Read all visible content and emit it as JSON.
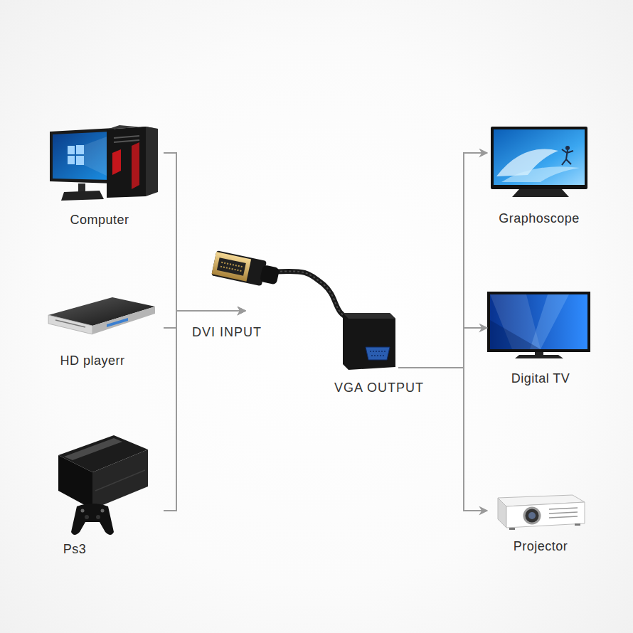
{
  "diagram": {
    "nodes": [
      {
        "text": [
          "Computer"
        ]
      },
      {
        "text": [
          "HD playerr"
        ]
      },
      {
        "text": [
          "Ps3"
        ]
      },
      {
        "text": [
          "DVI INPUT",
          "VGA OUTPUT"
        ]
      },
      {
        "text": [
          "Graphoscope"
        ]
      },
      {
        "text": [
          "Digital TV"
        ]
      },
      {
        "text": [
          "Projector"
        ]
      }
    ],
    "edges": [
      {
        "from": 0,
        "to": 3,
        "arrow": "to"
      },
      {
        "from": 1,
        "to": 3,
        "arrow": "to"
      },
      {
        "from": 2,
        "to": 3,
        "arrow": "to"
      },
      {
        "from": 3,
        "to": 4,
        "arrow": "to"
      },
      {
        "from": 3,
        "to": 5,
        "arrow": "to"
      },
      {
        "from": 3,
        "to": 6,
        "arrow": "to"
      }
    ]
  }
}
